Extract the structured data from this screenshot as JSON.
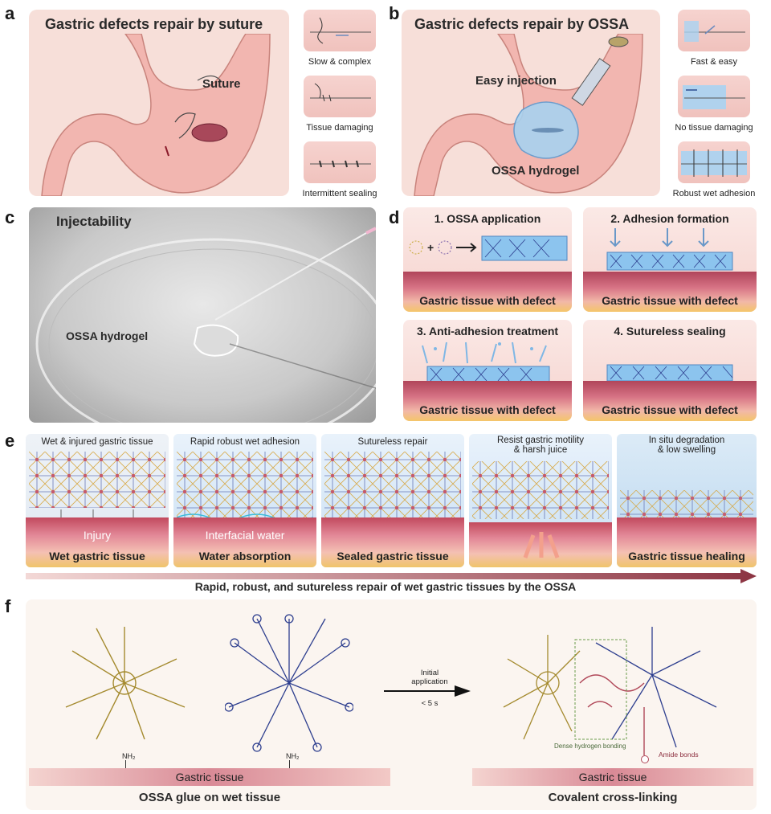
{
  "panels": {
    "a": {
      "label": "a",
      "title": "Gastric defects repair by suture",
      "suture_label": "Suture",
      "captions": [
        "Slow & complex",
        "Tissue damaging",
        "Intermittent sealing"
      ]
    },
    "b": {
      "label": "b",
      "title": "Gastric defects repair by OSSA",
      "injection_label": "Easy injection",
      "hydrogel_label": "OSSA hydrogel",
      "captions": [
        "Fast & easy",
        "No tissue damaging",
        "Robust wet adhesion"
      ]
    },
    "c": {
      "label": "c",
      "title": "Injectability",
      "hydrogel_label": "OSSA hydrogel"
    },
    "d": {
      "label": "d",
      "steps": [
        {
          "title": "1. OSSA application",
          "tissue": "Gastric tissue with defect"
        },
        {
          "title": "2. Adhesion formation",
          "tissue": "Gastric tissue with defect"
        },
        {
          "title": "3. Anti-adhesion treatment",
          "tissue": "Gastric tissue with defect"
        },
        {
          "title": "4. Sutureless sealing",
          "tissue": "Gastric tissue with defect"
        }
      ]
    },
    "e": {
      "label": "e",
      "stages": [
        {
          "top": "Wet & injured gastric tissue",
          "mid": "Injury",
          "bottom": "Wet gastric tissue"
        },
        {
          "top": "Rapid robust wet adhesion",
          "mid": "Interfacial water",
          "bottom": "Water absorption"
        },
        {
          "top": "Sutureless repair",
          "mid": "",
          "bottom": "Sealed gastric tissue"
        },
        {
          "top": "Resist gastric motility\n& harsh juice",
          "mid": "",
          "bottom": ""
        },
        {
          "top": "In situ degradation\n& low swelling",
          "mid": "",
          "bottom": "Gastric tissue healing"
        }
      ],
      "arrow_caption": "Rapid, robust, and sutureless repair of wet gastric tissues by the OSSA"
    },
    "f": {
      "label": "f",
      "nh2": "NH₂",
      "arrow_top": "Initial\napplication",
      "arrow_bottom": "< 5 s",
      "tissue_left": "Gastric tissue",
      "tissue_right": "Gastric tissue",
      "caption_left": "OSSA glue on wet tissue",
      "caption_right": "Covalent cross-linking",
      "hbond_label": "Dense hydrogen bonding",
      "amide_label": "Amide bonds"
    }
  },
  "colors": {
    "tissue": "#c24a5e",
    "hydrogel": "#7fb7e5",
    "gold_polymer": "#a48a2e",
    "blue_polymer": "#2e3f8f",
    "arrow": "#8c3442"
  }
}
